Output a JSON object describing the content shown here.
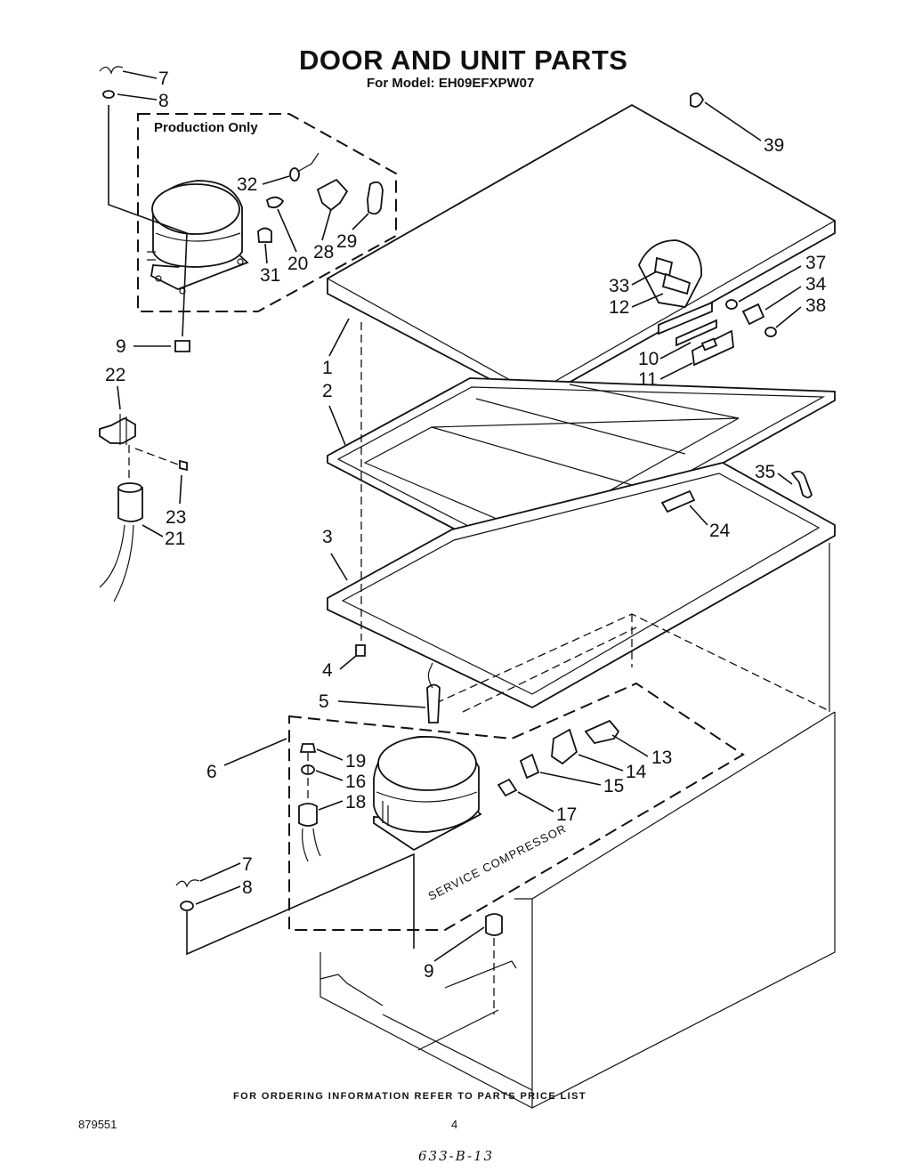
{
  "title": "DOOR AND UNIT PARTS",
  "subtitle": "For Model: EH09EFXPW07",
  "production_only": "Production Only",
  "service_compressor": "SERVICE COMPRESSOR",
  "footer_note": "FOR ORDERING INFORMATION REFER TO PARTS PRICE LIST",
  "document_number": "879551",
  "page_number": "4",
  "handwritten_code": "633-B-13",
  "callouts": {
    "c7a": "7",
    "c8a": "8",
    "c9a": "9",
    "c22": "22",
    "c23": "23",
    "c21": "21",
    "c32": "32",
    "c20": "20",
    "c28": "28",
    "c29": "29",
    "c31": "31",
    "c39": "39",
    "c37": "37",
    "c34": "34",
    "c38": "38",
    "c33": "33",
    "c12": "12",
    "c10": "10",
    "c11": "11",
    "c1": "1",
    "c2": "2",
    "c35": "35",
    "c24": "24",
    "c3": "3",
    "c4": "4",
    "c5": "5",
    "c6": "6",
    "c19": "19",
    "c16": "16",
    "c18": "18",
    "c13": "13",
    "c14": "14",
    "c15": "15",
    "c17": "17",
    "c7b": "7",
    "c8b": "8",
    "c9b": "9"
  }
}
